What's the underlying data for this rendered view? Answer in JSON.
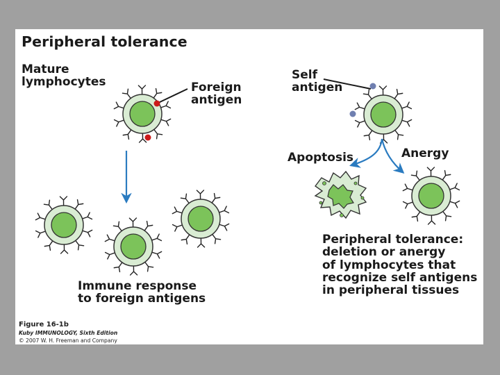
{
  "title": "Peripheral tolerance",
  "labels": {
    "mature": "Mature\nlymphocytes",
    "foreign": "Foreign\nantigen",
    "self": "Self\nantigen",
    "apoptosis": "Apoptosis",
    "anergy": "Anergy",
    "immune": "Immune response\nto foreign antigens",
    "periph": "Peripheral tolerance:\ndeletion or anergy\nof lymphocytes that\nrecognize self antigens\nin peripheral tissues"
  },
  "caption": {
    "figure": "Figure 16-1b",
    "book": "Kuby IMMUNOLOGY, Sixth Edition",
    "copyright": "© 2007 W. H. Freeman and Company"
  },
  "colors": {
    "page_bg": "#a0a0a0",
    "slide_bg": "#ffffff",
    "cell_outer": "#d9ecd3",
    "cell_nucleus": "#7cc35a",
    "foreign_antigen": "#cc1a1a",
    "self_antigen": "#6f7fb0",
    "arrow": "#2a7bc0"
  }
}
